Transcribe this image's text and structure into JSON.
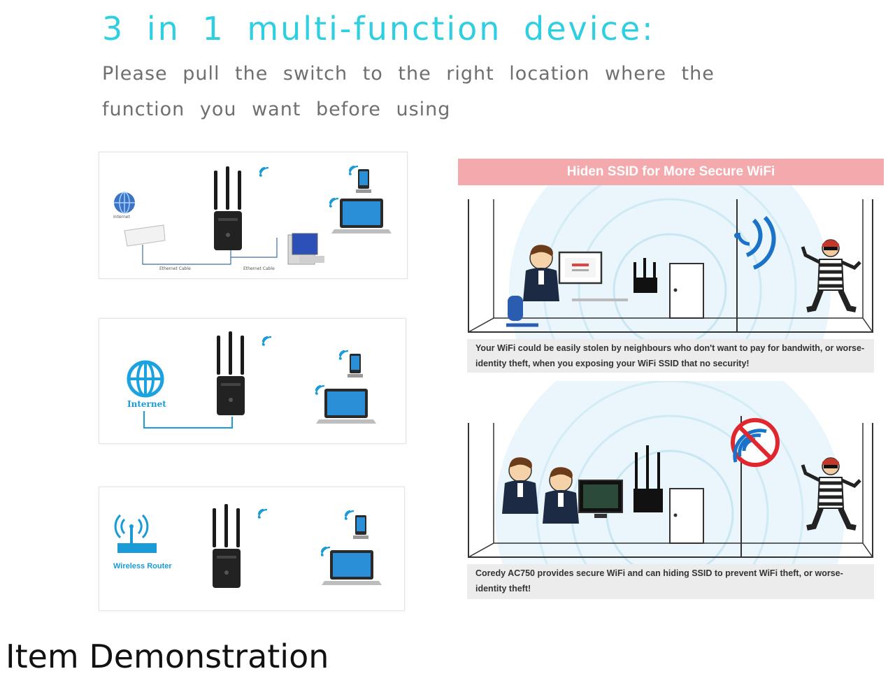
{
  "header": {
    "title": "3 in 1 multi-function device:",
    "instructions": "Please pull the switch to the right location where the function you want before using"
  },
  "modes": [
    {
      "labels": [
        "Internet",
        "Ethernet Cable",
        "Ethernet Cable"
      ]
    },
    {
      "labels": [
        "Internet"
      ]
    },
    {
      "labels": [
        "Wireless Router"
      ]
    }
  ],
  "security": {
    "banner": "Hiden SSID for More Secure WiFi",
    "scene_top_caption": "Your WiFi could be easily stolen by neighbours who don't want to pay for bandwith, or worse- identity theft, when you exposing your WiFi SSID that no security!",
    "scene_bottom_caption": "Coredy AC750 provides secure WiFi and can hiding SSID to prevent WiFi theft, or worse- identity theft!"
  },
  "footer": {
    "heading": "Item Demonstration"
  },
  "colors": {
    "title": "#2ecfe0",
    "banner": "#f4a9ad",
    "accent_blue": "#1a9bd7",
    "text_gray": "#6f6f6f"
  },
  "icons": [
    "globe-icon",
    "router-icon",
    "extender-icon",
    "wifi-signal-icon",
    "smartphone-icon",
    "laptop-icon",
    "desktop-pc-icon",
    "no-wifi-icon",
    "hacker-figure",
    "office-worker-figure"
  ]
}
